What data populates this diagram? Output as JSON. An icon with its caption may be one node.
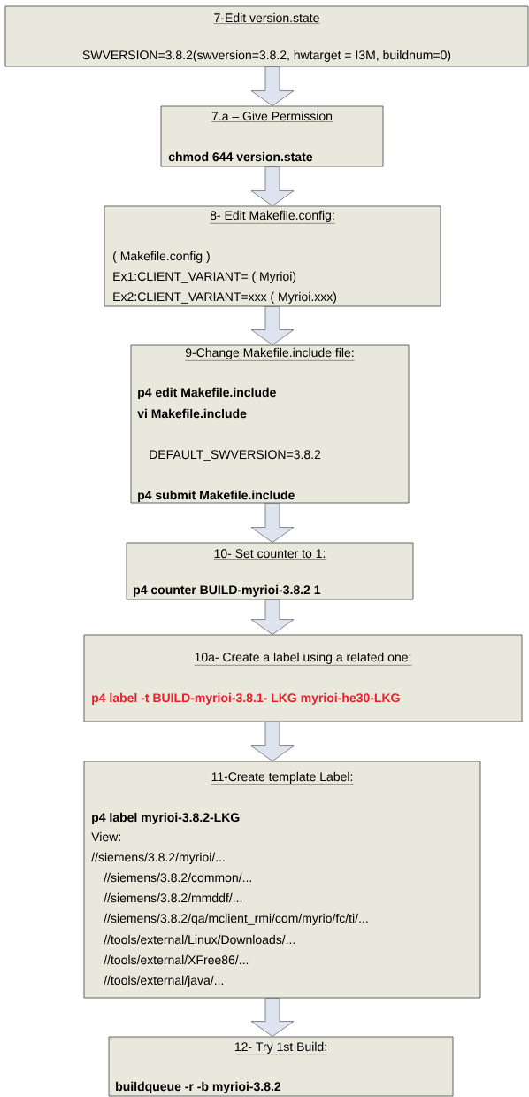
{
  "diagram": {
    "nodes": [
      {
        "text": [
          "7-Edit version.state",
          "SWVERSION=3.8.2(swversion=3.8.2, hwtarget = I3M, buildnum=0)"
        ]
      },
      {
        "text": [
          "7.a – Give Permission",
          "chmod 644 version.state"
        ]
      },
      {
        "text": [
          "8- Edit Makefile.config:",
          "( Makefile.config )",
          "Ex1:CLIENT_VARIANT= ( Myrioi)",
          "Ex2:CLIENT_VARIANT=xxx ( Myrioi.xxx)"
        ]
      },
      {
        "text": [
          "9-Change Makefile.include file:",
          "p4 edit Makefile.include",
          "vi Makefile.include",
          "DEFAULT_SWVERSION=3.8.2",
          "p4 submit Makefile.include"
        ]
      },
      {
        "text": [
          "10- Set counter to 1:",
          "p4 counter BUILD-myrioi-3.8.2 1"
        ]
      },
      {
        "text": [
          "10a- Create a label using a related one:",
          "p4 label -t  BUILD-myrioi-3.8.1- LKG myrioi-he30-LKG"
        ]
      },
      {
        "text": [
          "11-Create template Label:",
          "p4 label myrioi-3.8.2-LKG",
          "View:",
          "//siemens/3.8.2/myrioi/...",
          "//siemens/3.8.2/common/...",
          "//siemens/3.8.2/mmddf/...",
          "//siemens/3.8.2/qa/mclient_rmi/com/myrio/fc/ti/...",
          "//tools/external/Linux/Downloads/...",
          "//tools/external/XFree86/...",
          "//tools/external/java/..."
        ]
      },
      {
        "text": [
          "12- Try 1st Build:",
          "buildqueue -r -b myrioi-3.8.2"
        ]
      }
    ],
    "edges": [
      {
        "from": 0,
        "to": 1,
        "arrow": "to"
      },
      {
        "from": 1,
        "to": 2,
        "arrow": "to"
      },
      {
        "from": 2,
        "to": 3,
        "arrow": "to"
      },
      {
        "from": 3,
        "to": 4,
        "arrow": "to"
      },
      {
        "from": 4,
        "to": 5,
        "arrow": "to"
      },
      {
        "from": 5,
        "to": 6,
        "arrow": "to"
      },
      {
        "from": 6,
        "to": 7,
        "arrow": "to"
      }
    ]
  }
}
